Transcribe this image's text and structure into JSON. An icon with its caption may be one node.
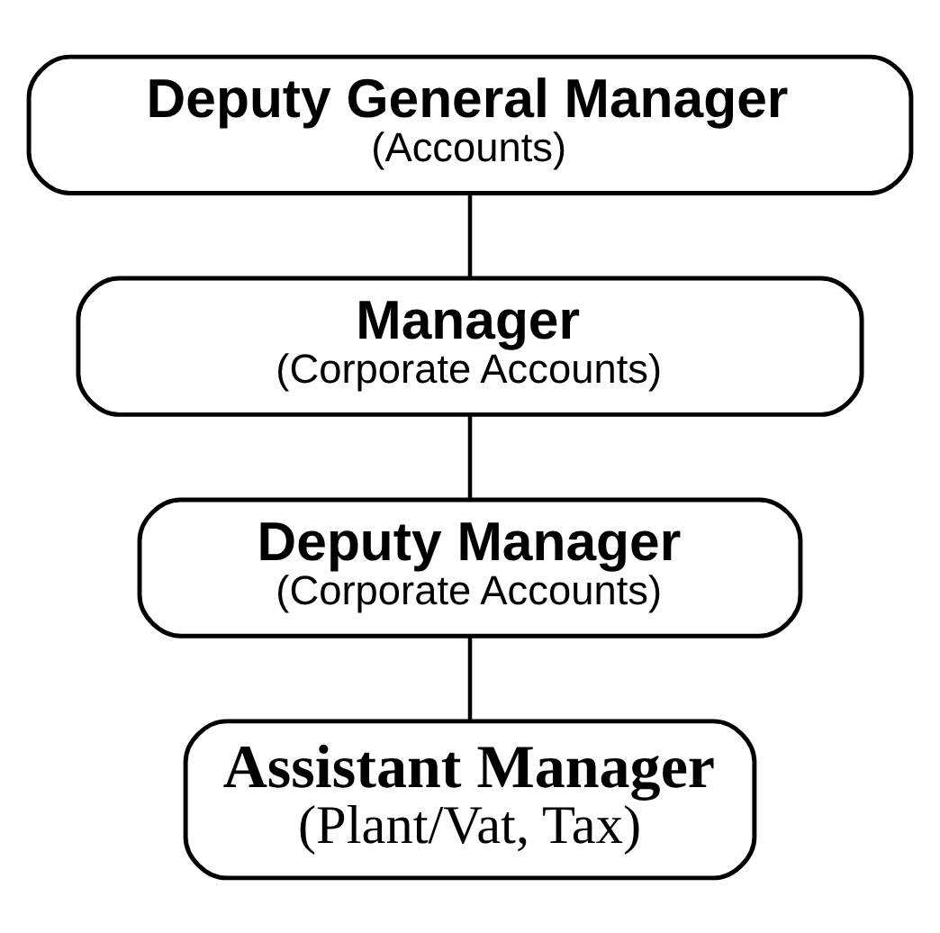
{
  "diagram": {
    "nodes": [
      {
        "text": [
          "Deputy General Manager",
          "(Accounts)"
        ]
      },
      {
        "text": [
          "Manager",
          "(Corporate Accounts)"
        ]
      },
      {
        "text": [
          "Deputy Manager",
          "(Corporate Accounts)"
        ]
      },
      {
        "text": [
          "Assistant Manager",
          "(Plant/Vat, Tax)"
        ]
      }
    ],
    "edges": [
      {
        "from": 0,
        "to": 1,
        "arrow": "none"
      },
      {
        "from": 1,
        "to": 2,
        "arrow": "none"
      },
      {
        "from": 2,
        "to": 3,
        "arrow": "none"
      }
    ]
  }
}
